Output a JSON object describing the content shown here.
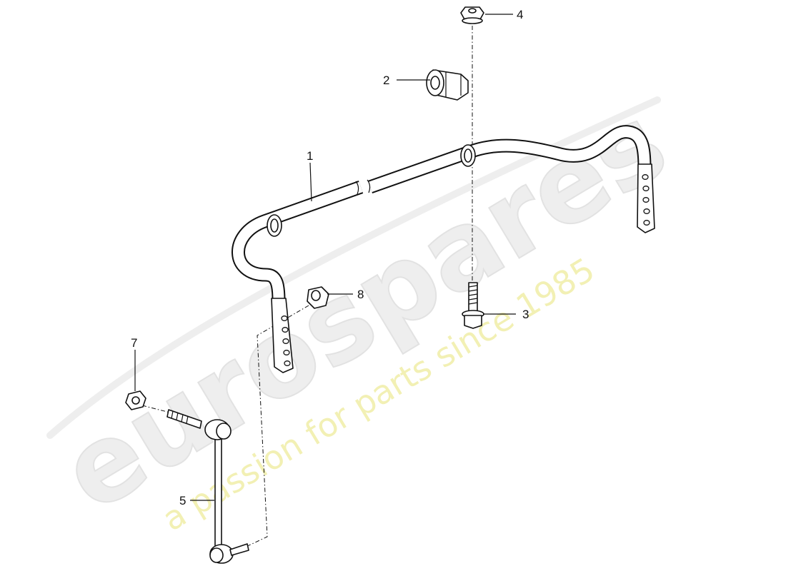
{
  "watermark": {
    "brand": "eurospares",
    "tagline": "a passion for parts since 1985"
  },
  "callouts": [
    {
      "id": "1",
      "label": "1"
    },
    {
      "id": "2",
      "label": "2"
    },
    {
      "id": "3",
      "label": "3"
    },
    {
      "id": "4",
      "label": "4"
    },
    {
      "id": "5",
      "label": "5"
    },
    {
      "id": "7",
      "label": "7"
    },
    {
      "id": "8",
      "label": "8"
    }
  ]
}
